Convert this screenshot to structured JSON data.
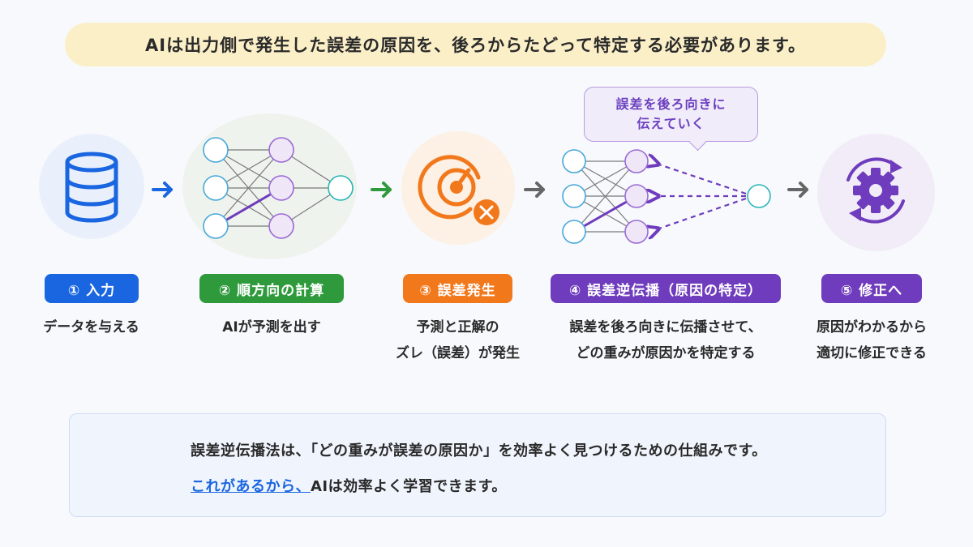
{
  "banner": {
    "text": "AIは出力側で発生した誤差の原因を、後ろからたどって特定する必要があります。"
  },
  "callout": {
    "line1": "誤差を後ろ向きに",
    "line2": "伝えていく"
  },
  "steps": [
    {
      "label": "① 入力",
      "color": "#1a66e0",
      "desc": [
        "データを与える"
      ]
    },
    {
      "label": "② 順方向の計算",
      "color": "#2e9a3c",
      "desc": [
        "AIが予測を出す"
      ]
    },
    {
      "label": "③ 誤差発生",
      "color": "#f2781c",
      "desc": [
        "予測と正解の",
        "ズレ（誤差）が発生"
      ]
    },
    {
      "label": "④ 誤差逆伝播（原因の特定）",
      "color": "#6e3cbc",
      "desc": [
        "誤差を後ろ向きに伝播させて、",
        "どの重みが原因かを特定する"
      ]
    },
    {
      "label": "⑤ 修正へ",
      "color": "#6e3cbc",
      "desc": [
        "原因がわかるから",
        "適切に修正できる"
      ]
    }
  ],
  "icons": {
    "step1": "database-icon",
    "step2": "neural-network-icon",
    "step3": "target-miss-icon",
    "step4": "backprop-network-icon",
    "step5": "gear-cycle-icon",
    "bottom": "lightbulb-icon"
  },
  "bottom": {
    "line1": "誤差逆伝播法は、「どの重みが誤差の原因か」を効率よく見つけるための仕組みです。",
    "line2_link": "これがあるから、",
    "line2_rest": "AIは効率よく学習できます。"
  },
  "colors": {
    "blue": "#1a66e0",
    "green": "#2e9a3c",
    "orange": "#f2781c",
    "purple": "#6e3cbc",
    "teal": "#2bb5b5",
    "arrow_gray": "#666666"
  }
}
